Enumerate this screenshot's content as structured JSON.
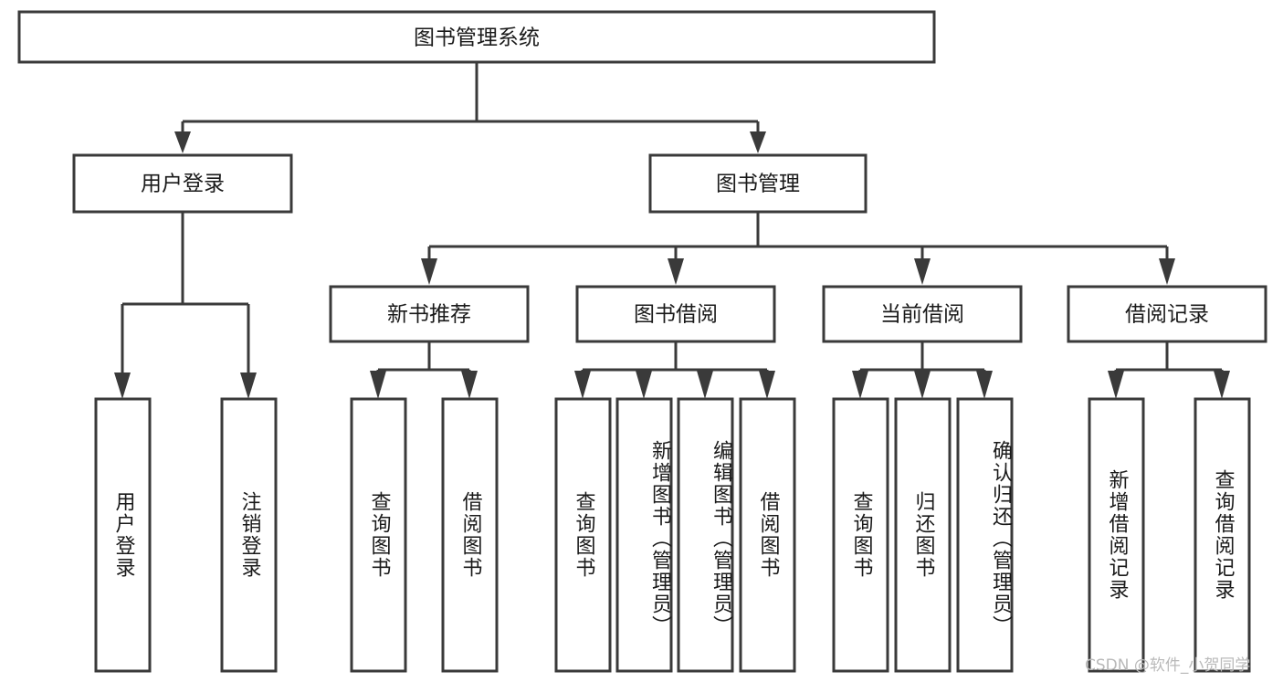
{
  "diagram": {
    "title": "图书管理系统",
    "type": "tree-hierarchy",
    "orientation": "top-down",
    "root": {
      "id": "root",
      "label": "图书管理系统"
    },
    "level2": [
      {
        "id": "user-login",
        "label": "用户登录"
      },
      {
        "id": "book-manage",
        "label": "图书管理"
      }
    ],
    "level3": [
      {
        "id": "new-book-recommend",
        "label": "新书推荐",
        "parent": "book-manage"
      },
      {
        "id": "book-borrow",
        "label": "图书借阅",
        "parent": "book-manage"
      },
      {
        "id": "current-borrow",
        "label": "当前借阅",
        "parent": "book-manage"
      },
      {
        "id": "borrow-record",
        "label": "借阅记录",
        "parent": "book-manage"
      }
    ],
    "leaves": [
      {
        "id": "leaf-user-login",
        "label": "用户登录",
        "parent": "user-login"
      },
      {
        "id": "leaf-logout-login",
        "label": "注销登录",
        "parent": "user-login"
      },
      {
        "id": "leaf-query-book-1",
        "label": "查询图书",
        "parent": "new-book-recommend"
      },
      {
        "id": "leaf-borrow-book-1",
        "label": "借阅图书",
        "parent": "new-book-recommend"
      },
      {
        "id": "leaf-query-book-2",
        "label": "查询图书",
        "parent": "book-borrow"
      },
      {
        "id": "leaf-add-book",
        "label": "新增图书（管理员）",
        "parent": "book-borrow"
      },
      {
        "id": "leaf-edit-book",
        "label": "编辑图书（管理员）",
        "parent": "book-borrow"
      },
      {
        "id": "leaf-borrow-book-2",
        "label": "借阅图书",
        "parent": "book-borrow"
      },
      {
        "id": "leaf-query-book-3",
        "label": "查询图书",
        "parent": "current-borrow"
      },
      {
        "id": "leaf-return-book",
        "label": "归还图书",
        "parent": "current-borrow"
      },
      {
        "id": "leaf-confirm-return",
        "label": "确认归还（管理员）",
        "parent": "current-borrow"
      },
      {
        "id": "leaf-add-record",
        "label": "新增借阅记录",
        "parent": "borrow-record"
      },
      {
        "id": "leaf-query-record",
        "label": "查询借阅记录",
        "parent": "borrow-record"
      }
    ]
  },
  "watermark": {
    "text": "CSDN @软件_小贺同学"
  },
  "colors": {
    "stroke": "#3a3a3a",
    "fill": "#ffffff",
    "text": "#1a1a1a",
    "watermark": "#b9b9b9",
    "background": "#ffffff"
  }
}
